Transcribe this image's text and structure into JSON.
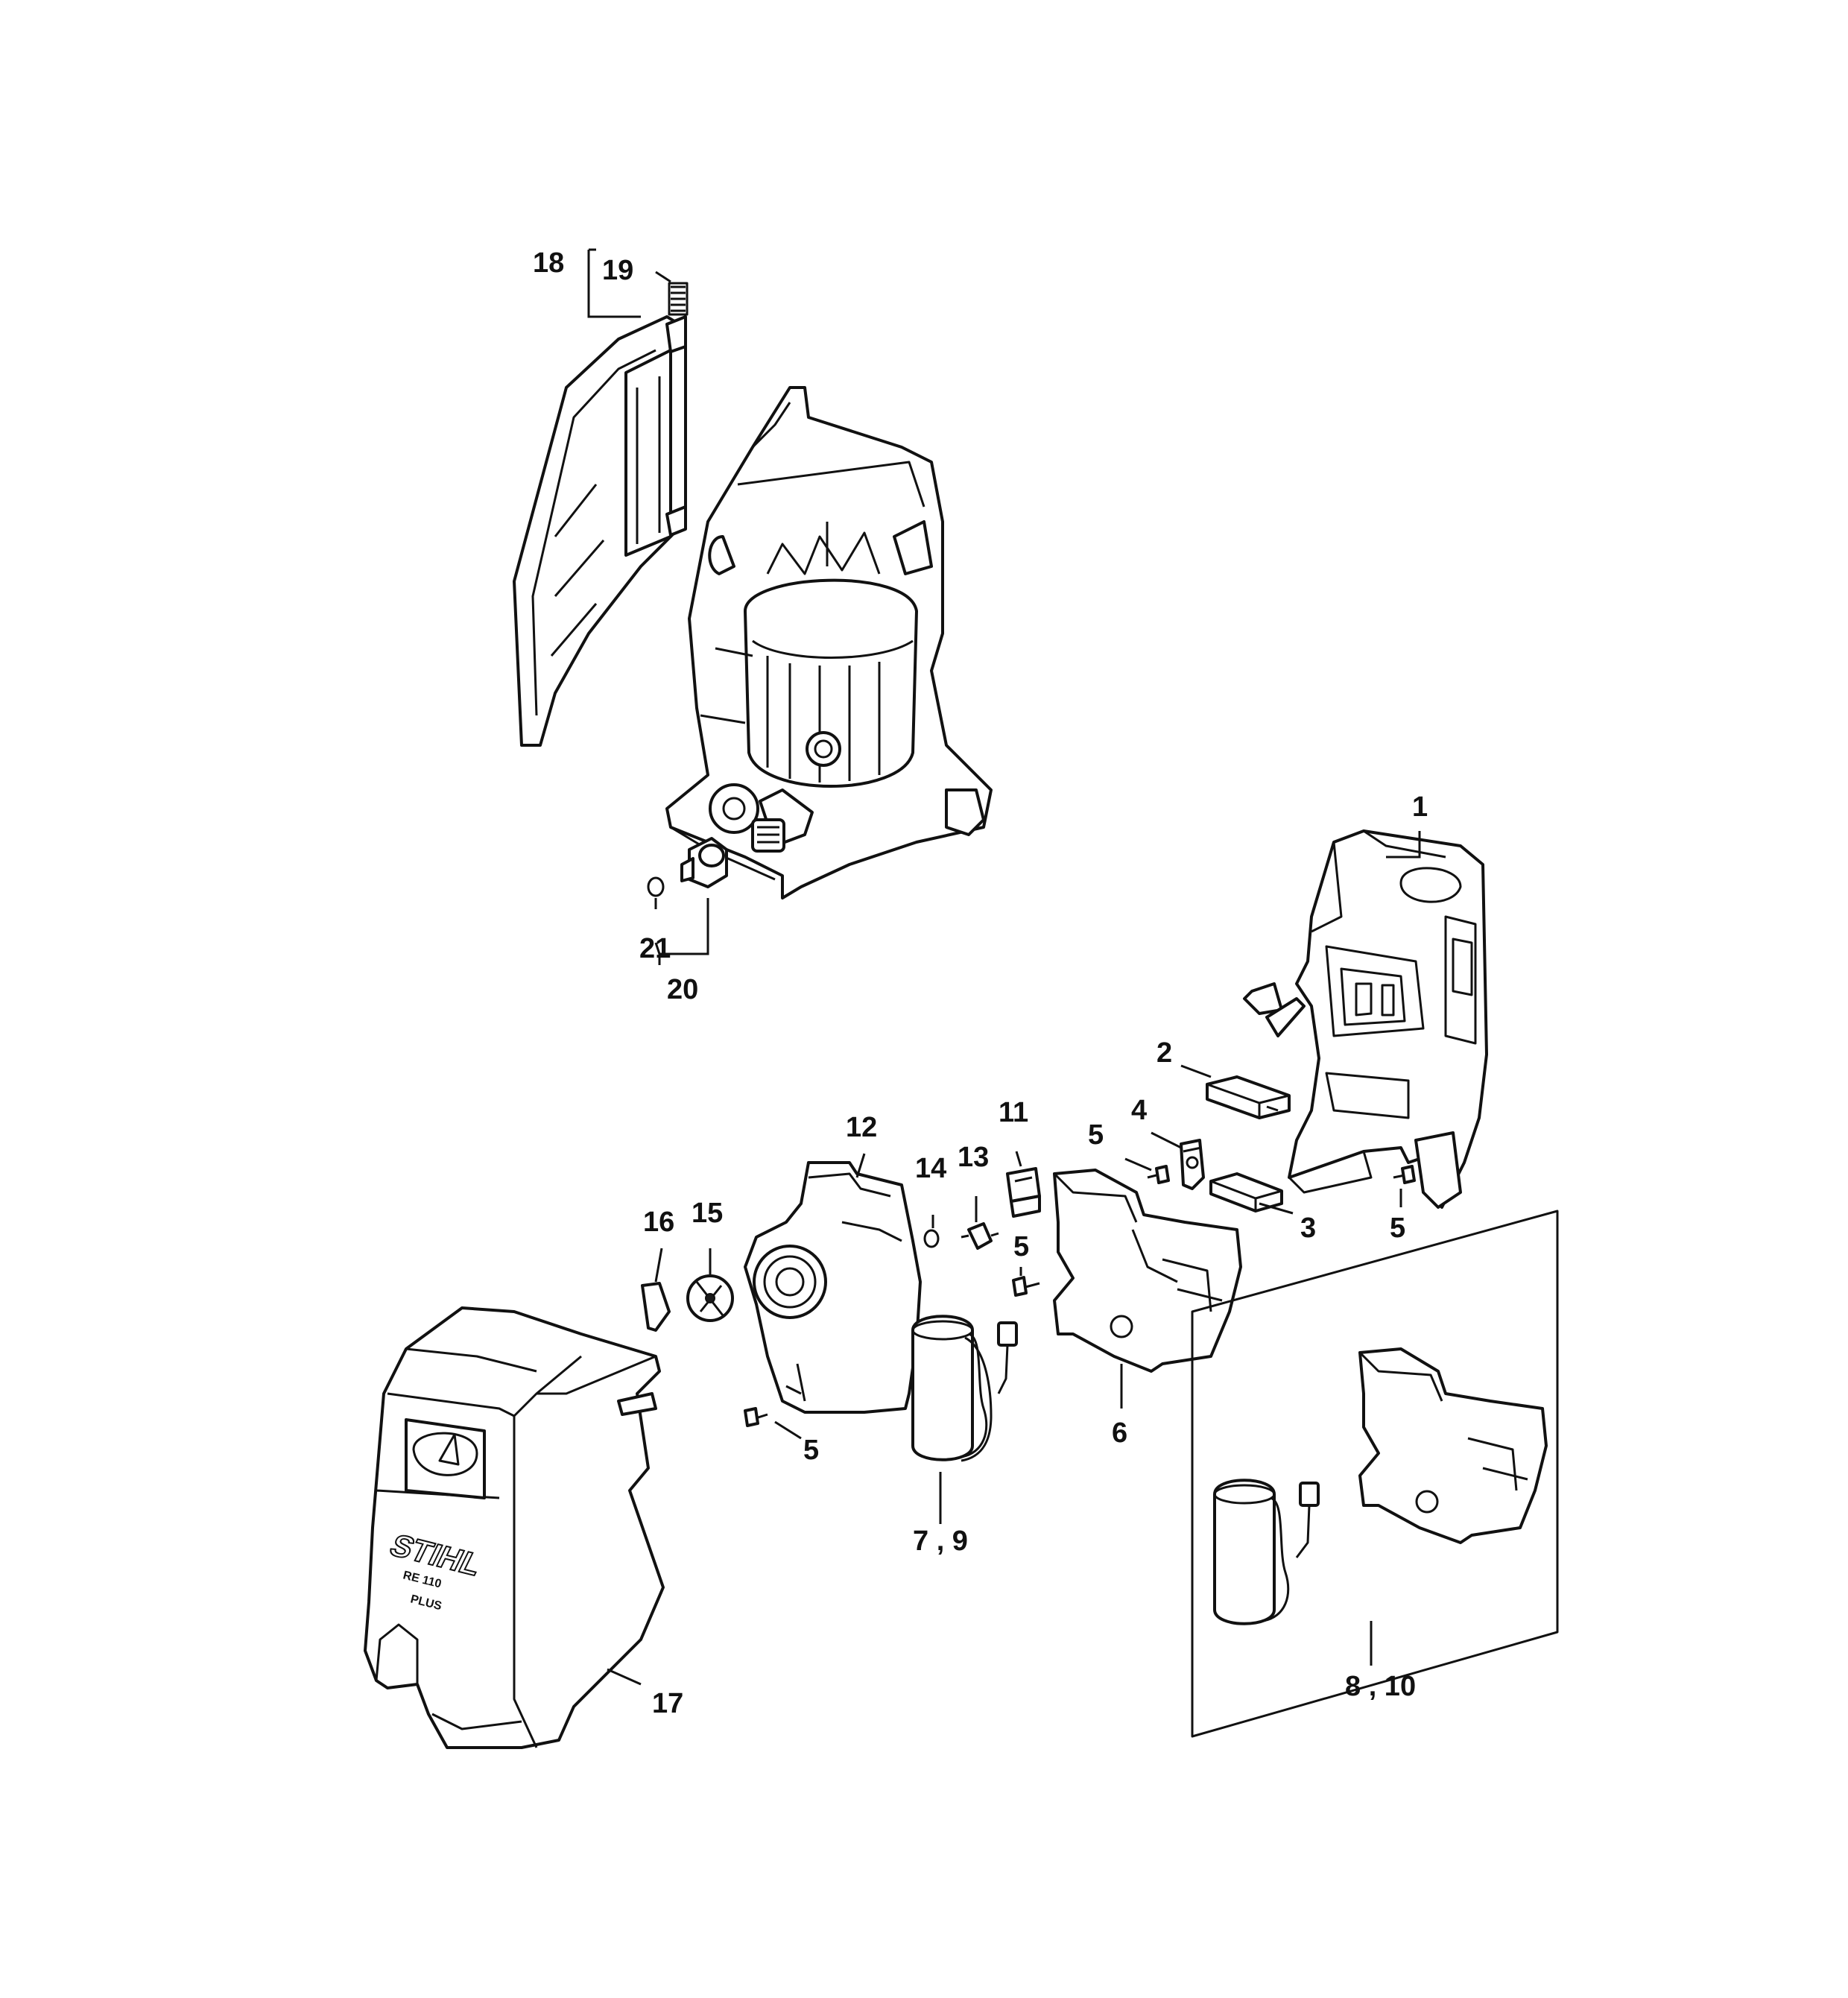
{
  "diagram": {
    "callouts": {
      "c1": "1",
      "c2": "2",
      "c3": "3",
      "c4": "4",
      "c5a": "5",
      "c5b": "5",
      "c5c": "5",
      "c5d": "5",
      "c6": "6",
      "c7_9": "7 , 9",
      "c8_10": "8 , 10",
      "c11": "11",
      "c12": "12",
      "c13": "13",
      "c14": "14",
      "c15": "15",
      "c16": "16",
      "c17": "17",
      "c18": "18",
      "c19": "19",
      "c20": "20",
      "c21": "21"
    },
    "cover_lettering": {
      "brand": "STIHL",
      "model": "RE 110",
      "variant": "PLUS"
    },
    "colors": {
      "line": "#111111",
      "background": "#ffffff"
    }
  }
}
